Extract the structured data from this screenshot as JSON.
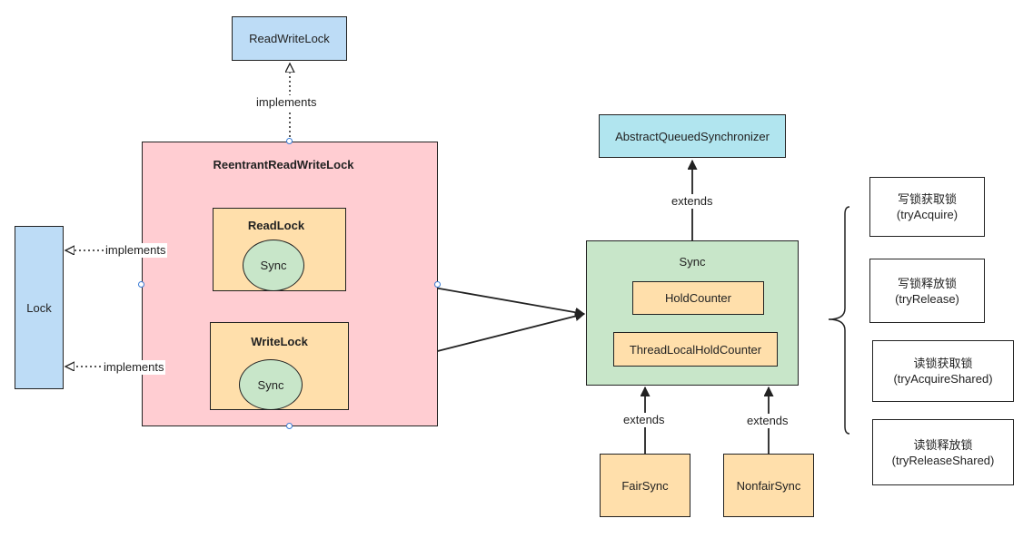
{
  "nodes": {
    "read_write_lock": "ReadWriteLock",
    "reentrant_rw_lock": "ReentrantReadWriteLock",
    "read_lock": "ReadLock",
    "write_lock": "WriteLock",
    "sync_inner": "Sync",
    "lock": "Lock",
    "aqs": "AbstractQueuedSynchronizer",
    "sync": "Sync",
    "hold_counter": "HoldCounter",
    "thread_local_hold_counter": "ThreadLocalHoldCounter",
    "fair_sync": "FairSync",
    "nonfair_sync": "NonfairSync"
  },
  "edge_labels": {
    "implements": "implements",
    "extends": "extends"
  },
  "notes": [
    {
      "title": "写锁获取锁",
      "method": "(tryAcquire)"
    },
    {
      "title": "写锁释放锁",
      "method": "(tryRelease)"
    },
    {
      "title": "读锁获取锁",
      "method": "(tryAcquireShared)"
    },
    {
      "title": "读锁释放锁",
      "method": "(tryReleaseShared)"
    }
  ],
  "colors": {
    "interface": "#bddcf6",
    "aqs": "#b1e5ef",
    "outer_class": "#ffcdd2",
    "inner_class": "#ffdfab",
    "sync": "#c8e6c9"
  }
}
